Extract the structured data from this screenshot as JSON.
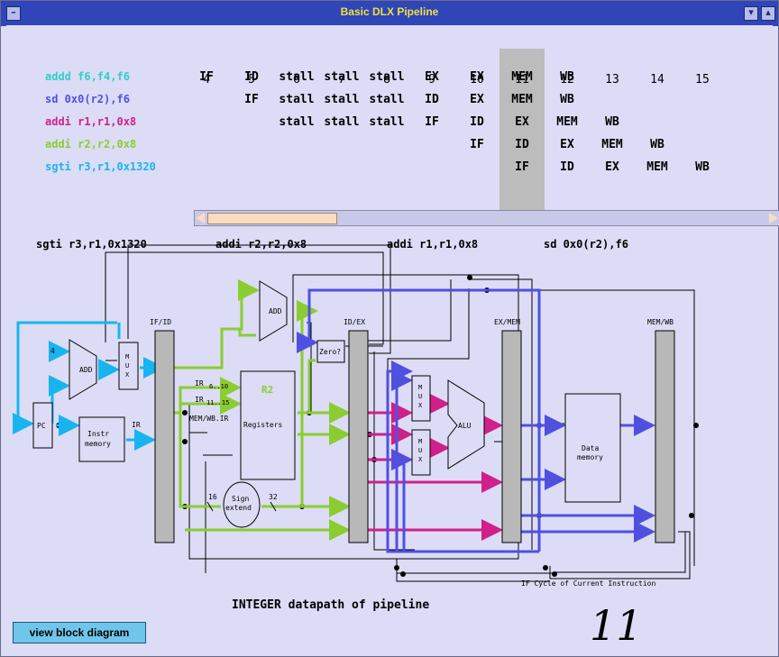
{
  "window": {
    "title": "Basic DLX Pipeline"
  },
  "cycles": [
    "4",
    "5",
    "6",
    "7",
    "8",
    "9",
    "10",
    "11",
    "12",
    "13",
    "14",
    "15"
  ],
  "current_cycle_index": 7,
  "instructions": [
    {
      "text": "addd f6,f4,f6",
      "color": "#2fd0c8",
      "stages": [
        "IF",
        "ID",
        "stall",
        "stall",
        "stall",
        "EX",
        "EX",
        "MEM",
        "WB",
        "",
        "",
        ""
      ]
    },
    {
      "text": "sd 0x0(r2),f6",
      "color": "#5050e0",
      "stages": [
        "",
        "IF",
        "stall",
        "stall",
        "stall",
        "ID",
        "EX",
        "MEM",
        "WB",
        "",
        "",
        ""
      ]
    },
    {
      "text": "addi r1,r1,0x8",
      "color": "#d0208a",
      "stages": [
        "",
        "",
        "stall",
        "stall",
        "stall",
        "IF",
        "ID",
        "EX",
        "MEM",
        "WB",
        "",
        ""
      ]
    },
    {
      "text": "addi r2,r2,0x8",
      "color": "#8acd30",
      "stages": [
        "",
        "",
        "",
        "",
        "",
        "",
        "IF",
        "ID",
        "EX",
        "MEM",
        "WB",
        ""
      ]
    },
    {
      "text": "sgti r3,r1,0x1320",
      "color": "#18b4f0",
      "stages": [
        "",
        "",
        "",
        "",
        "",
        "",
        "",
        "IF",
        "ID",
        "EX",
        "MEM",
        "WB"
      ]
    }
  ],
  "stage_labels": {
    "if": "sgti r3,r1,0x1320",
    "id": "addi r2,r2,0x8",
    "ex": "addi r1,r1,0x8",
    "mem": "sd 0x0(r2),f6"
  },
  "colors": {
    "if": "#18b4f0",
    "id": "#8acd30",
    "ex": "#d0208a",
    "mem": "#5050e0",
    "wire": "#000000",
    "latch": "#b8b8b8"
  },
  "datapath": {
    "pc": "PC",
    "add": "ADD",
    "mux": "M\nU\nX",
    "instr_memory": [
      "Instr",
      "memory"
    ],
    "ir": "IR",
    "if_id": "IF/ID",
    "id_ex": "ID/EX",
    "ex_mem": "EX/MEM",
    "mem_wb": "MEM/WB",
    "zero": "Zero?",
    "r2": "R2",
    "registers": "Registers",
    "ir_6_10": [
      "IR",
      "6..10"
    ],
    "ir_11_15": [
      "IR",
      "11..15"
    ],
    "mem_wb_ir": "MEM/WB.IR",
    "sign_extend": [
      "Sign",
      "extend"
    ],
    "bits_16": "16",
    "bits_32": "32",
    "alu": "ALU",
    "data_memory": [
      "Data",
      "memory"
    ],
    "four": "4",
    "if_cycle_note": "IF Cycle of Current Instruction"
  },
  "caption": "INTEGER datapath of pipeline",
  "big_cycle": "11",
  "view_button": "view block diagram"
}
